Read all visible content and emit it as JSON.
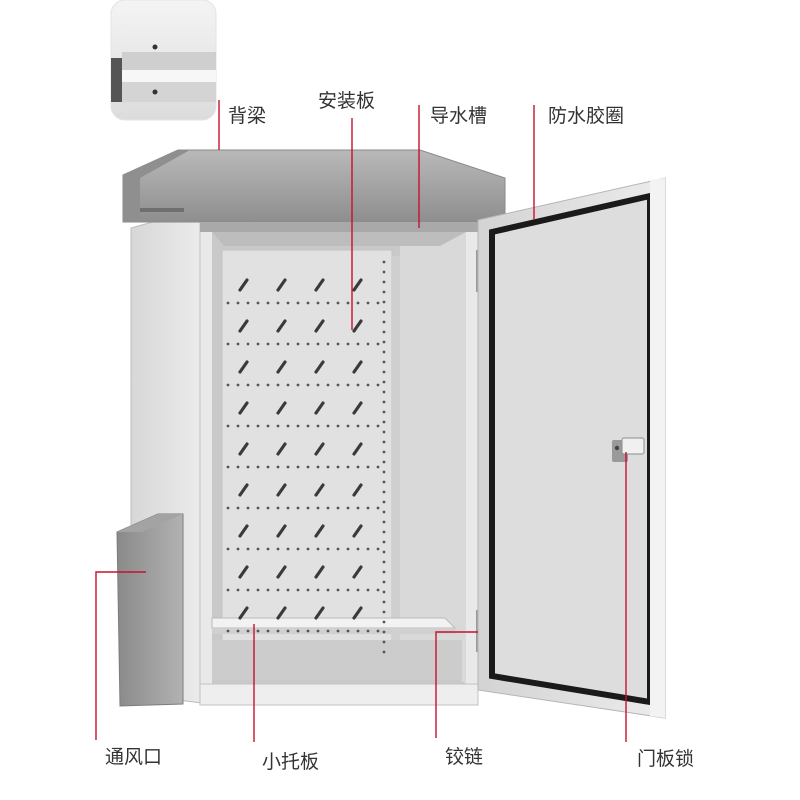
{
  "labels": {
    "back_beam": "背梁",
    "mounting_plate": "安装板",
    "drain_groove": "导水槽",
    "waterproof_seal": "防水胶圈",
    "vent": "通风口",
    "small_tray": "小托板",
    "hinge": "铰链",
    "door_lock": "门板锁"
  },
  "colors": {
    "callout_line": "#c8102e",
    "label_text": "#333333",
    "cabinet_body": "#e6e6e6",
    "cabinet_roof": "#9e9e9e",
    "door_seal": "#1a1a1a"
  },
  "icons": {
    "cabinet": "outdoor-distribution-cabinet",
    "inset": "back-beam-detail"
  }
}
